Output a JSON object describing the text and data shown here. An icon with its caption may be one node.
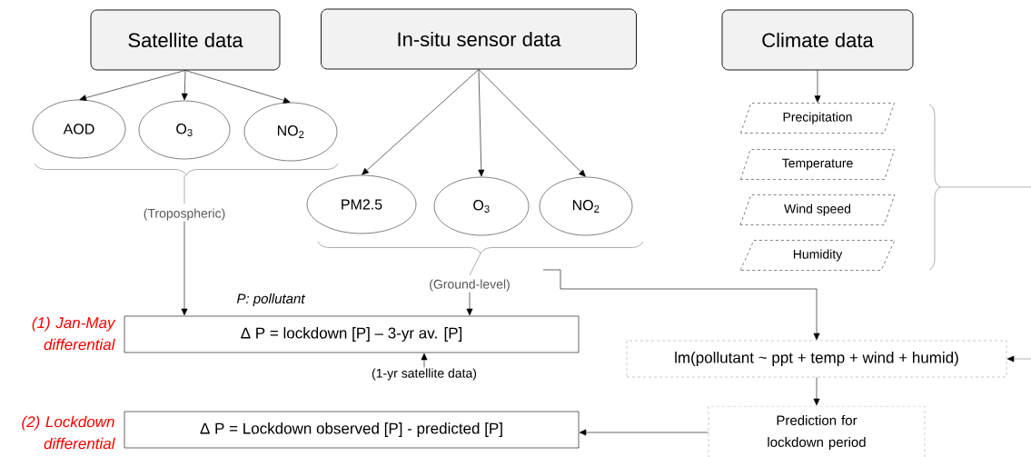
{
  "diagram": {
    "nodes": [
      {
        "text": [
          "Satellite data"
        ]
      },
      {
        "text": [
          "In-situ sensor data"
        ]
      },
      {
        "text": [
          "Climate data"
        ]
      },
      {
        "text": [
          "AOD"
        ]
      },
      {
        "text": [
          "O$_{3}$"
        ]
      },
      {
        "text": [
          "NO$_{2}$"
        ]
      },
      {
        "text": [
          "PM2.5"
        ]
      },
      {
        "text": [
          "O$_{3}$"
        ]
      },
      {
        "text": [
          "NO$_{2}$"
        ]
      },
      {
        "text": [
          "Precipitation"
        ]
      },
      {
        "text": [
          "Temperature"
        ]
      },
      {
        "text": [
          "Wind speed"
        ]
      },
      {
        "text": [
          "Humidity"
        ]
      },
      {
        "text": [
          "Δ P = lockdown [P] – 3-yr av. [P]"
        ],
        "beside": [
          "P: pollutant",
          "(1) Jan-May differential"
        ]
      },
      {
        "text": [
          "lm(pollutant ~ ppt + temp + wind + humid)"
        ]
      },
      {
        "text": [
          "Prediction for lockdown period"
        ]
      },
      {
        "text": [
          "Δ P = Lockdown observed [P] - predicted [P]"
        ],
        "beside": [
          "(2) Lockdown differential"
        ]
      },
      {
        "text": [
          "(1-yr satellite data)"
        ]
      },
      {
        "text": [
          "(Tropospheric)"
        ]
      },
      {
        "text": [
          "(Ground-level)"
        ]
      }
    ],
    "edges": [
      {
        "from": 0,
        "to": 3,
        "arrow": "to"
      },
      {
        "from": 0,
        "to": 4,
        "arrow": "to"
      },
      {
        "from": 0,
        "to": 5,
        "arrow": "to"
      },
      {
        "from": 1,
        "to": 6,
        "arrow": "to"
      },
      {
        "from": 1,
        "to": 7,
        "arrow": "to"
      },
      {
        "from": 1,
        "to": 8,
        "arrow": "to"
      },
      {
        "from": 2,
        "to": 9,
        "arrow": "to"
      },
      {
        "from": 18,
        "to": 13,
        "arrow": "to"
      },
      {
        "from": 19,
        "to": 13,
        "arrow": "to"
      },
      {
        "from": null,
        "to": 14,
        "arrow": "to"
      },
      {
        "from": null,
        "to": 14,
        "arrow": "to"
      },
      {
        "from": 17,
        "to": 13,
        "arrow": "to"
      },
      {
        "from": 14,
        "to": 15,
        "arrow": "to"
      },
      {
        "from": 15,
        "to": 16,
        "arrow": "to"
      }
    ]
  }
}
